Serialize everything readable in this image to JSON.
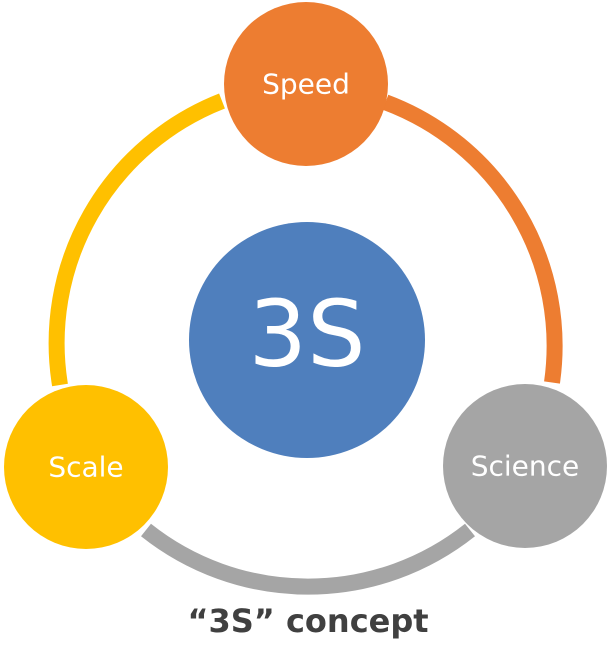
{
  "center": {
    "label": "3S",
    "color": "#4f7fbd"
  },
  "nodes": [
    {
      "id": "speed",
      "label": "Speed",
      "color": "#ed7d31"
    },
    {
      "id": "science",
      "label": "Science",
      "color": "#a5a5a5"
    },
    {
      "id": "scale",
      "label": "Scale",
      "color": "#ffc000"
    }
  ],
  "arcs": [
    {
      "from": "speed",
      "to": "science",
      "color": "#ed7d31"
    },
    {
      "from": "science",
      "to": "scale",
      "color": "#a5a5a5"
    },
    {
      "from": "scale",
      "to": "speed",
      "color": "#ffc000"
    }
  ],
  "caption": "“3S” concept"
}
